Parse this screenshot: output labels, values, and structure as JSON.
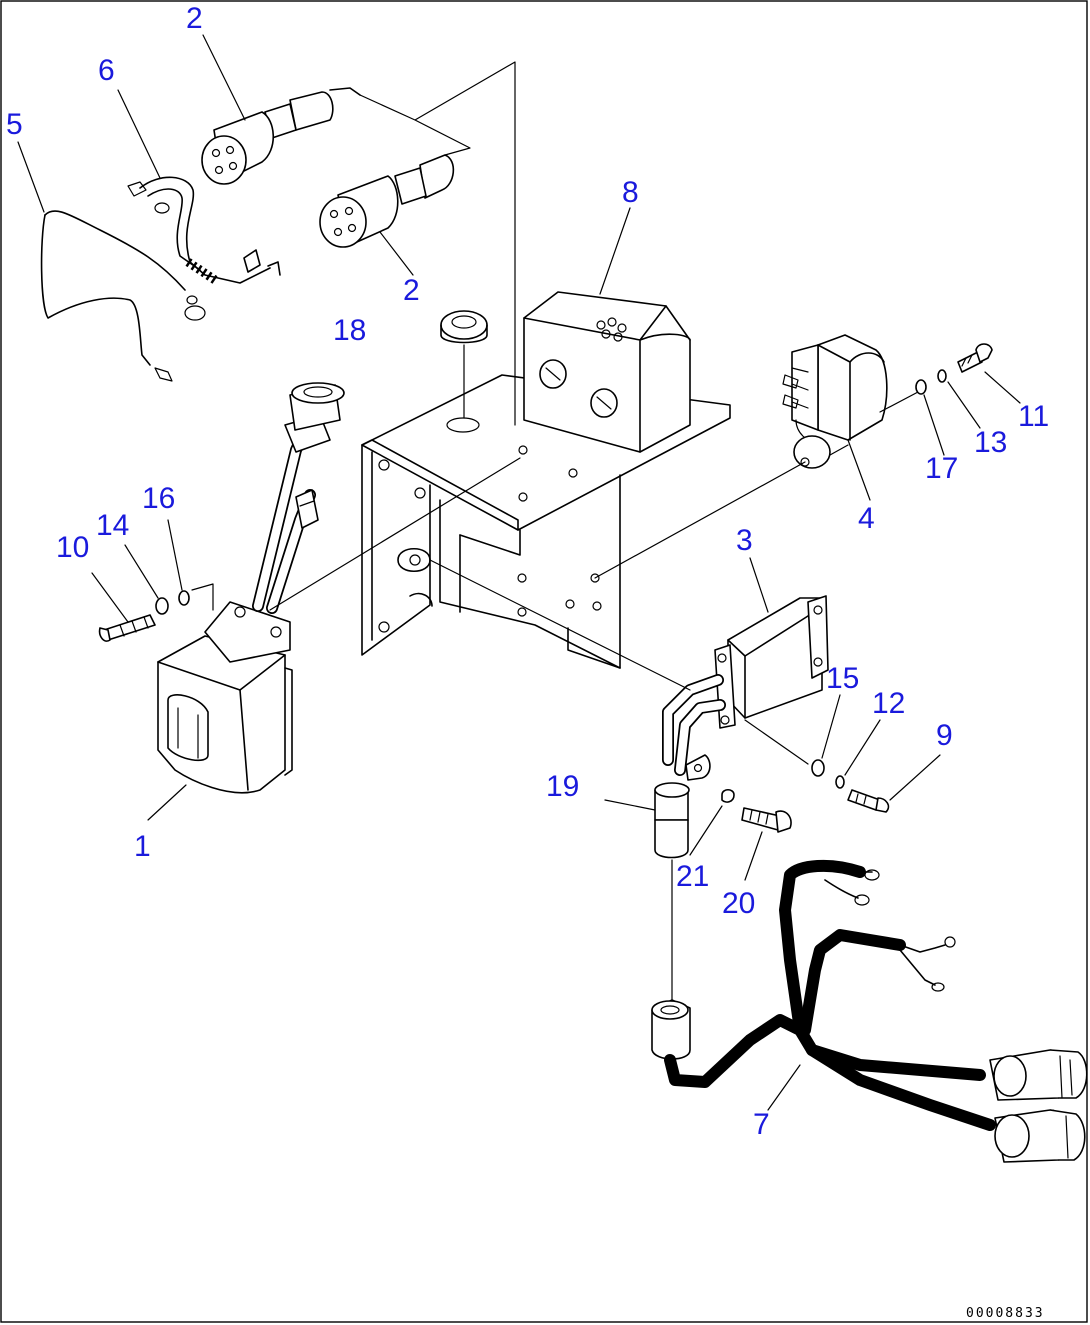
{
  "callouts": {
    "c1": "1",
    "c2a": "2",
    "c2b": "2",
    "c3": "3",
    "c4": "4",
    "c5": "5",
    "c6": "6",
    "c7": "7",
    "c8": "8",
    "c9": "9",
    "c10": "10",
    "c11": "11",
    "c12": "12",
    "c13": "13",
    "c14": "14",
    "c15": "15",
    "c16": "16",
    "c17": "17",
    "c18": "18",
    "c19": "19",
    "c20": "20",
    "c21": "21"
  },
  "document_number": "00008833",
  "colors": {
    "callout": "#1a1adc",
    "line": "#000000",
    "background": "#ffffff"
  }
}
